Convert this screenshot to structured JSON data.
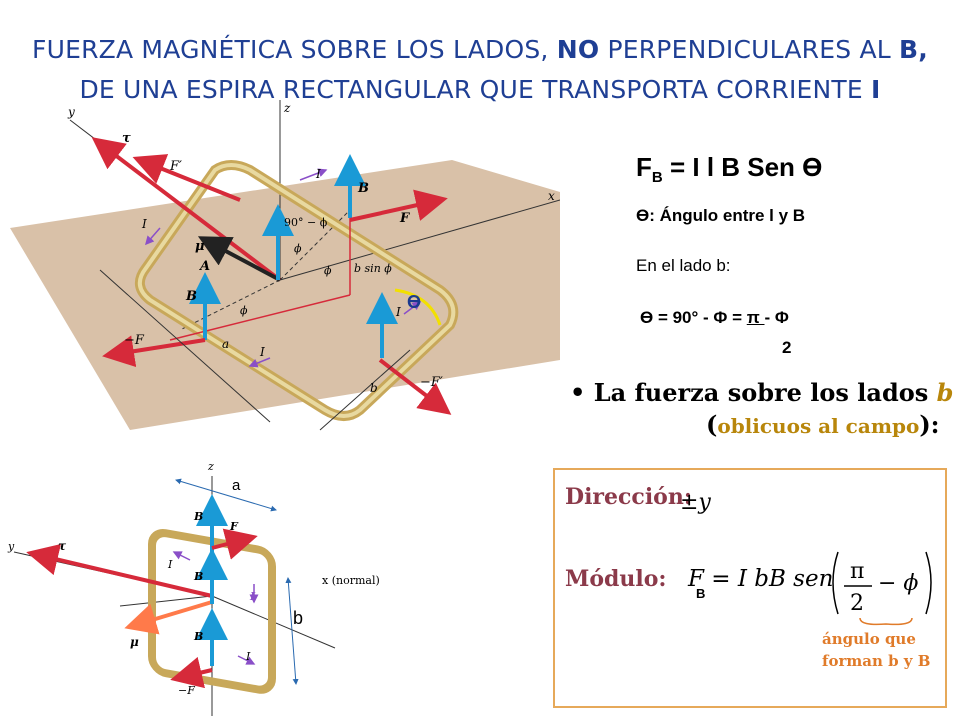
{
  "title": {
    "line1_a": "FUERZA MAGNÉTICA SOBRE LOS LADOS, ",
    "line1_b": "NO",
    "line1_c": " PERPENDICULARES AL ",
    "line1_d": "B,",
    "line2_a": "DE UNA ESPIRA RECTANGULAR QUE TRANSPORTA CORRIENTE ",
    "line2_b": "I"
  },
  "formula": {
    "lhs": "F",
    "sub": "B",
    "rhs": " = I l B Sen Ɵ"
  },
  "theta_definition": "Ɵ: Ángulo entre l y B",
  "side_b_label": "En el lado b:",
  "theta_equation": {
    "lhs": "Ɵ = 90° - Φ  = ",
    "pi": "π ",
    "rest": " - Φ",
    "denominator": "2"
  },
  "force_statement": {
    "bullet": "•",
    "line1": "La fuerza sobre los lados ",
    "line1_b": "b",
    "line2_open": "(",
    "line2_text": "oblicuos al campo",
    "line2_close": "):"
  },
  "box": {
    "direction_label": "Dirección:",
    "direction_value": "±y",
    "module_label": "Módulo:",
    "module_equation": "F = I bB sen",
    "module_sub": "B",
    "module_fraction_num": "π",
    "module_fraction_den": "2",
    "module_minus_phi": "− ϕ",
    "annotation_line1": "ángulo que",
    "annotation_line2": "forman b y B"
  },
  "top_diagram": {
    "axis_x": "x",
    "axis_y": "y",
    "axis_z": "z",
    "tau": "τ",
    "F_prime": "F′",
    "F": "F",
    "B": "B",
    "mu": "μ",
    "A": "A",
    "I": "I",
    "a": "a",
    "b": "b",
    "neg_F": "−F",
    "neg_F_prime": "−F′",
    "angle_90": "90° − ϕ",
    "phi": "ϕ",
    "b_sin_phi": "b sin ϕ",
    "theta_marker": "Ɵ"
  },
  "bottom_diagram": {
    "axis_z": "z",
    "axis_y": "y",
    "axis_x": "x (normal)",
    "tau": "τ",
    "B": "B",
    "F": "F",
    "I": "I",
    "mu": "μ",
    "neg_F": "−F",
    "label_a": "a",
    "label_b": "b"
  },
  "colors": {
    "title": "#1f3f94",
    "plane": "#d9c1a8",
    "loop": "#c8a85a",
    "force": "#d62a3a",
    "field": "#1a9ad6",
    "dimension": "#8b3a4a",
    "annotation": "#e07b2a"
  }
}
